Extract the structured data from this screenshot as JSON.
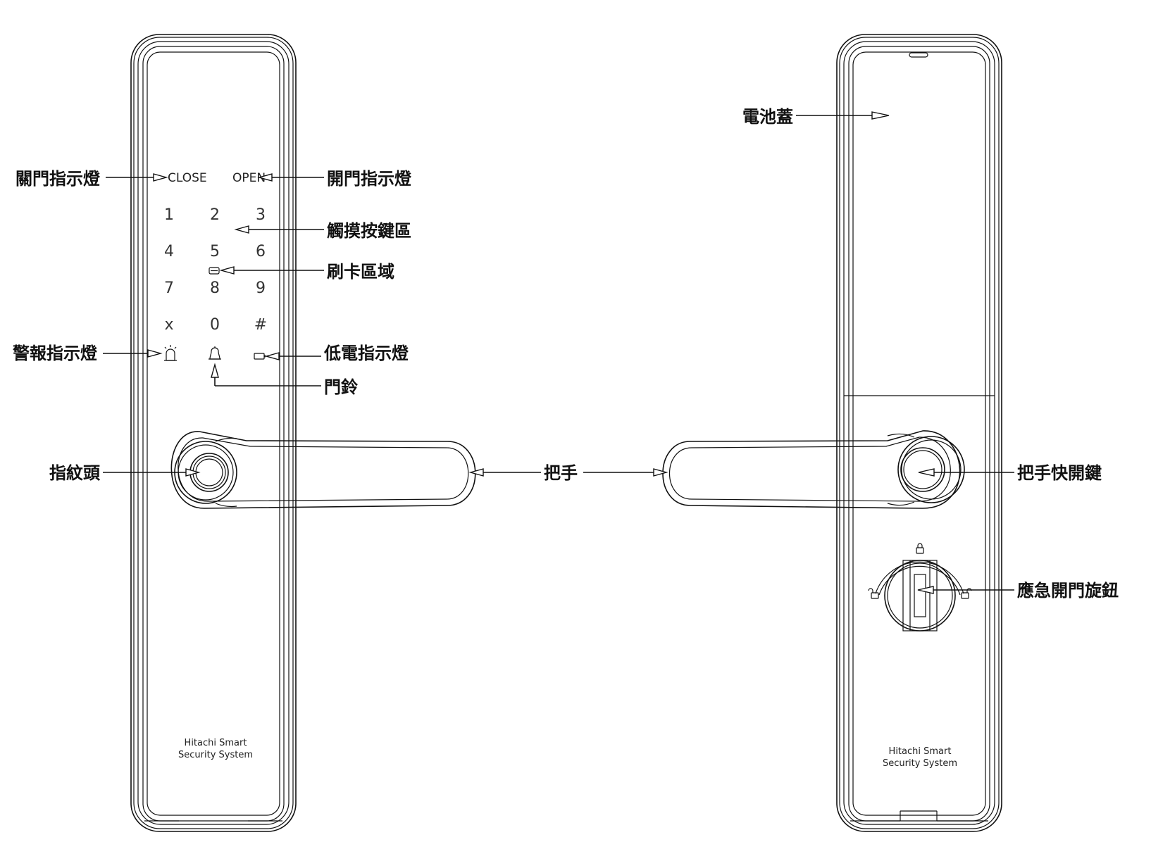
{
  "front": {
    "labels": {
      "close_indicator": "關門指示燈",
      "open_indicator": "開門指示燈",
      "touch_keypad": "觸摸按鍵區",
      "card_area": "刷卡區域",
      "alarm_indicator": "警報指示燈",
      "low_battery_indicator": "低電指示燈",
      "doorbell": "門鈴",
      "fingerprint": "指紋頭",
      "handle": "把手"
    },
    "panel_text": {
      "close": "CLOSE",
      "open": "OPEN"
    },
    "keys": [
      "1",
      "2",
      "3",
      "4",
      "5",
      "6",
      "7",
      "8",
      "9",
      "x",
      "0",
      "#"
    ],
    "brand_line1": "Hitachi  Smart",
    "brand_line2": "Security System"
  },
  "back": {
    "labels": {
      "battery_cover": "電池蓋",
      "handle_quick_open": "把手快開鍵",
      "emergency_knob": "應急開門旋鈕"
    },
    "brand_line1": "Hitachi  Smart",
    "brand_line2": "Security System"
  }
}
